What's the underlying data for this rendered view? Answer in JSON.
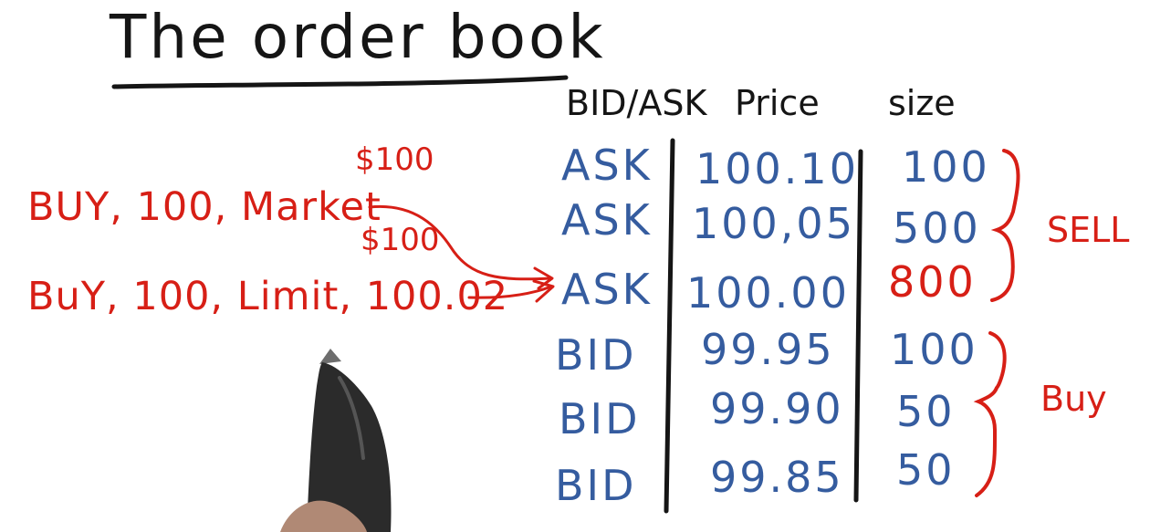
{
  "title": "The order book",
  "table": {
    "headers": [
      "BID/ASK",
      "Price",
      "size"
    ],
    "rows": [
      {
        "side": "ASK",
        "price": "100.10",
        "size": "100"
      },
      {
        "side": "ASK",
        "price": "100,05",
        "size": "500"
      },
      {
        "side": "ASK",
        "price": "100.00",
        "size": "800"
      },
      {
        "side": "BID",
        "price": "99.95",
        "size": "100"
      },
      {
        "side": "BID",
        "price": "99.90",
        "size": "50"
      },
      {
        "side": "BID",
        "price": "99.85",
        "size": "50"
      }
    ]
  },
  "annotations": {
    "sell": "SELL",
    "buy": "Buy",
    "market_order": "BUY, 100, Market",
    "limit_order": "BuY, 100, Limit, 100.02",
    "market_fill_price": "$100",
    "limit_fill_price": "$100"
  },
  "colors": {
    "ink_black": "#151515",
    "ink_blue": "#355c9f",
    "ink_red": "#d71f16",
    "pen_body": "#2b2b2b",
    "pen_tip": "#6d6d6d",
    "finger": "#b08975"
  }
}
